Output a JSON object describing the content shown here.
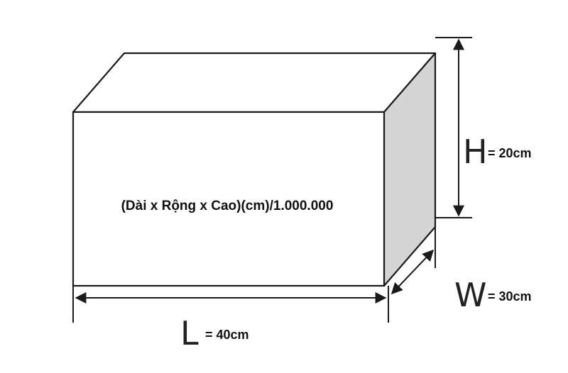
{
  "formula": "(Dài x Rộng x Cao)(cm)/1.000.000",
  "dimensions": {
    "height": {
      "letter": "H",
      "value": "= 20cm"
    },
    "width": {
      "letter": "W",
      "value": "= 30cm"
    },
    "length": {
      "letter": "L",
      "value": "= 40cm"
    }
  },
  "colors": {
    "outline": "#1a1a1a",
    "side_face": "#d4d4d4",
    "front_face": "#ffffff"
  }
}
